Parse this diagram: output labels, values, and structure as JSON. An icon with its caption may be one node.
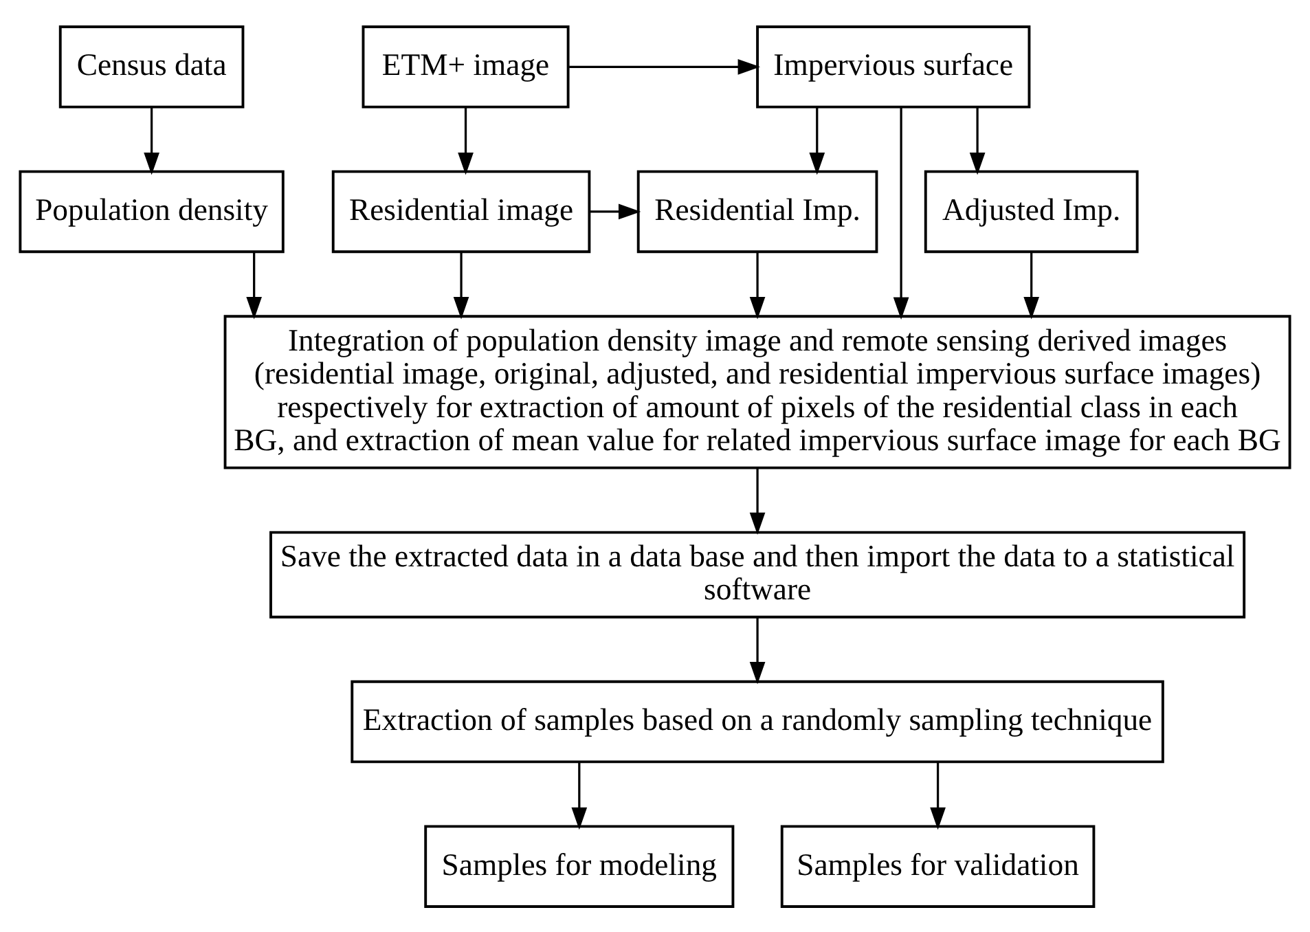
{
  "diagram": {
    "nodes": [
      {
        "text": [
          "Census data"
        ]
      },
      {
        "text": [
          "ETM+ image"
        ]
      },
      {
        "text": [
          "Impervious surface"
        ]
      },
      {
        "text": [
          "Population density"
        ]
      },
      {
        "text": [
          "Residential image"
        ]
      },
      {
        "text": [
          "Residential Imp."
        ]
      },
      {
        "text": [
          "Adjusted Imp."
        ]
      },
      {
        "text": [
          "Integration of population density image and remote sensing derived images (residential image, original, adjusted, and residential impervious surface images) respectively for extraction of amount of pixels of the residential class in each BG, and extraction of mean value for related impervious surface image for each BG"
        ]
      },
      {
        "text": [
          "Save the extracted data in a data base and then import the data to a statistical software"
        ]
      },
      {
        "text": [
          "Extraction of samples based on a randomly sampling technique"
        ]
      },
      {
        "text": [
          "Samples for modeling"
        ]
      },
      {
        "text": [
          "Samples for validation"
        ]
      }
    ],
    "edges": [
      {
        "from": 0,
        "to": 3,
        "arrow": "to"
      },
      {
        "from": 1,
        "to": 2,
        "arrow": "to"
      },
      {
        "from": 1,
        "to": 4,
        "arrow": "to"
      },
      {
        "from": 2,
        "to": 5,
        "arrow": "to"
      },
      {
        "from": 2,
        "to": 6,
        "arrow": "to"
      },
      {
        "from": 4,
        "to": 5,
        "arrow": "to"
      },
      {
        "from": 3,
        "to": 7,
        "arrow": "to"
      },
      {
        "from": 4,
        "to": 7,
        "arrow": "to"
      },
      {
        "from": 5,
        "to": 7,
        "arrow": "to"
      },
      {
        "from": 2,
        "to": 7,
        "arrow": "to"
      },
      {
        "from": 6,
        "to": 7,
        "arrow": "to"
      },
      {
        "from": 7,
        "to": 8,
        "arrow": "to"
      },
      {
        "from": 8,
        "to": 9,
        "arrow": "to"
      },
      {
        "from": 9,
        "to": 10,
        "arrow": "to"
      },
      {
        "from": 9,
        "to": 11,
        "arrow": "to"
      }
    ]
  }
}
